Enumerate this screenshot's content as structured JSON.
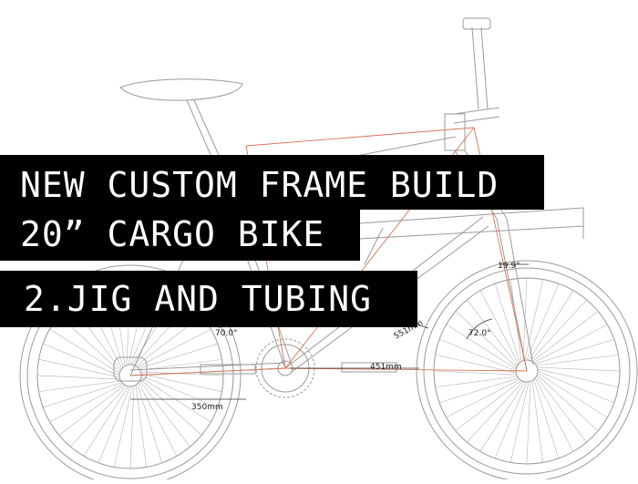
{
  "title": {
    "line1": "NEW CUSTOM FRAME BUILD",
    "line2": "20” CARGO BIKE",
    "subtitle": "2.JIG AND TUBING"
  },
  "dimensions": {
    "angle_head": "19.9°",
    "angle_seat": "70.0°",
    "angle_fork": "72.0°",
    "length_down": "551mm",
    "length_front": "451mm",
    "length_rear": "350mm"
  },
  "colors": {
    "band": "#000000",
    "band_text": "#ffffff",
    "linework": "#8c8c8c",
    "construction": "#d9735a"
  }
}
